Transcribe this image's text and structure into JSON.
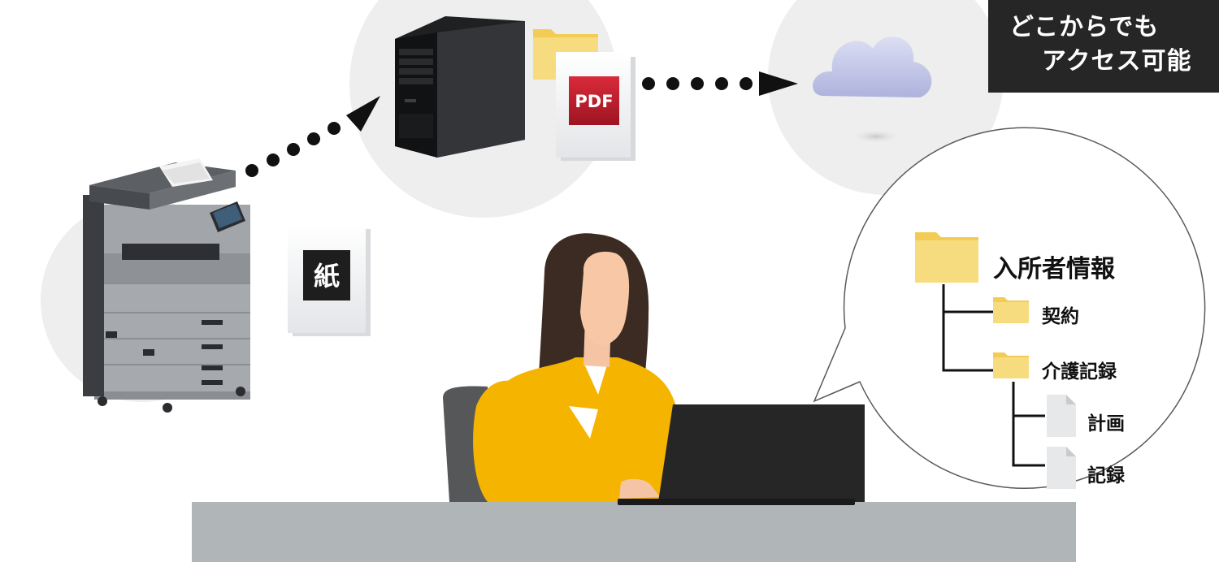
{
  "banner": {
    "line1": "どこからでも",
    "line2": "アクセス可能"
  },
  "paper_label": "紙",
  "pdf_label": "PDF",
  "tree": {
    "root": "入所者情報",
    "child1": "契約",
    "child2": "介護記録",
    "grandchild1": "計画",
    "grandchild2": "記録"
  },
  "colors": {
    "accent_yellow": "#f4b400",
    "folder_yellow": "#f7dc7f",
    "pdf_red": "#c4202f",
    "banner_bg": "#262626",
    "cloud": "#c9cbe9",
    "desk": "#b0b5b8"
  }
}
